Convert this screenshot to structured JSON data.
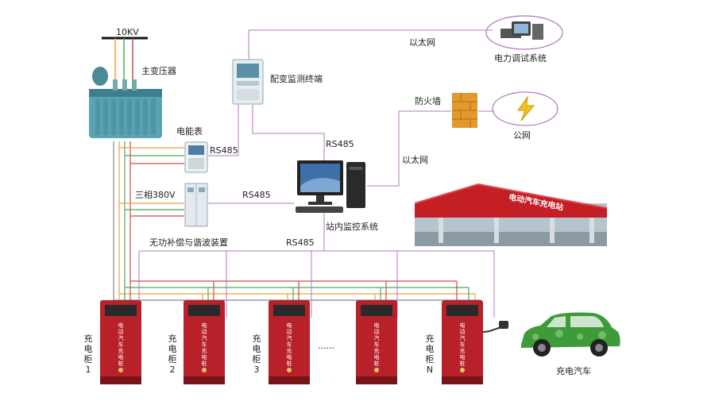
{
  "labels": {
    "voltage": "10KV",
    "transformer": "主变压器",
    "monitor_terminal": "配变监测终端",
    "ethernet_top": "以太网",
    "debug_system": "电力调试系统",
    "firewall": "防火墙",
    "public_net": "公网",
    "energy_meter": "电能表",
    "rs485_meter": "RS485",
    "rs485_terminal": "RS485",
    "ethernet_mid": "以太网",
    "three_phase": "三相380V",
    "rs485_compensator": "RS485",
    "station_monitor": "站内监控系统",
    "compensator": "无功补偿与谐波装置",
    "rs485_bus": "RS485",
    "ellipsis": "......",
    "ev": "充电汽车"
  },
  "station_sign": "电动汽车充电站",
  "cabinets": [
    {
      "label": "充电柜1",
      "panel": "电动汽车充电桩"
    },
    {
      "label": "充电柜2",
      "panel": "电动汽车充电桩"
    },
    {
      "label": "充电柜3",
      "panel": "电动汽车充电桩"
    },
    {
      "label": "充电柜N",
      "panel": "电动汽车充电桩"
    }
  ],
  "cabinet_extra_panel": "电动汽车充电桩",
  "colors": {
    "phase_a": "#e8a33a",
    "phase_b": "#4caa5a",
    "phase_c": "#d24a4a",
    "signal": "#b07ab8",
    "bus_gray": "#888888",
    "cabinet_red": "#b8202a",
    "canopy_red": "#c41f25"
  }
}
